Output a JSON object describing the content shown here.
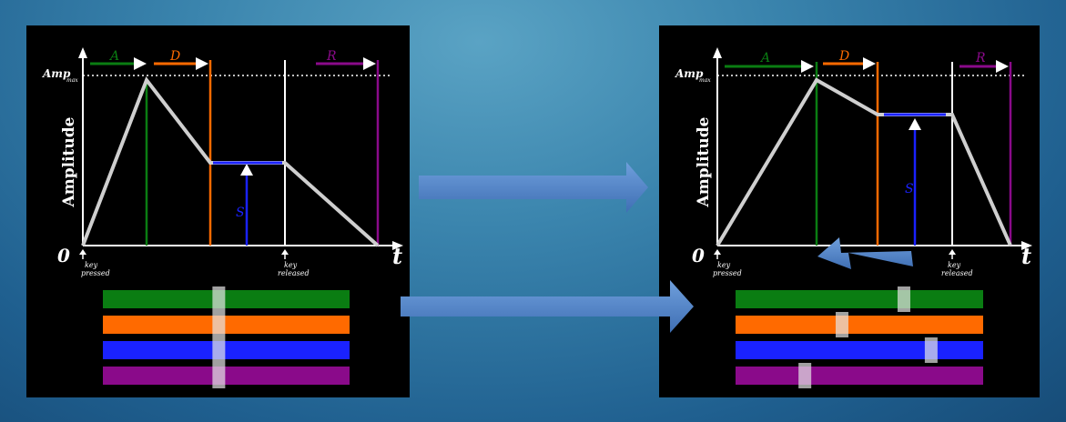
{
  "labels": {
    "attack": "A",
    "decay": "D",
    "sustain": "S",
    "release": "R",
    "amp_main": "Amp",
    "amp_sub": "max",
    "y_axis": "Amplitude",
    "origin": "0",
    "time": "t",
    "key_pressed_1": "key",
    "key_pressed_2": "pressed",
    "key_released_1": "key",
    "key_released_2": "released"
  },
  "colors": {
    "attack": "#0a7d12",
    "decay": "#ff6a00",
    "sustain": "#1a22ff",
    "release": "#8a0a8a",
    "envelope": "#cfcfcf",
    "arrow": "#5b8ed0"
  },
  "sliders": {
    "left": {
      "attack": 0.47,
      "decay": 0.47,
      "sustain": 0.47,
      "release": 0.47
    },
    "right": {
      "attack": 0.68,
      "decay": 0.43,
      "sustain": 0.79,
      "release": 0.28
    }
  }
}
